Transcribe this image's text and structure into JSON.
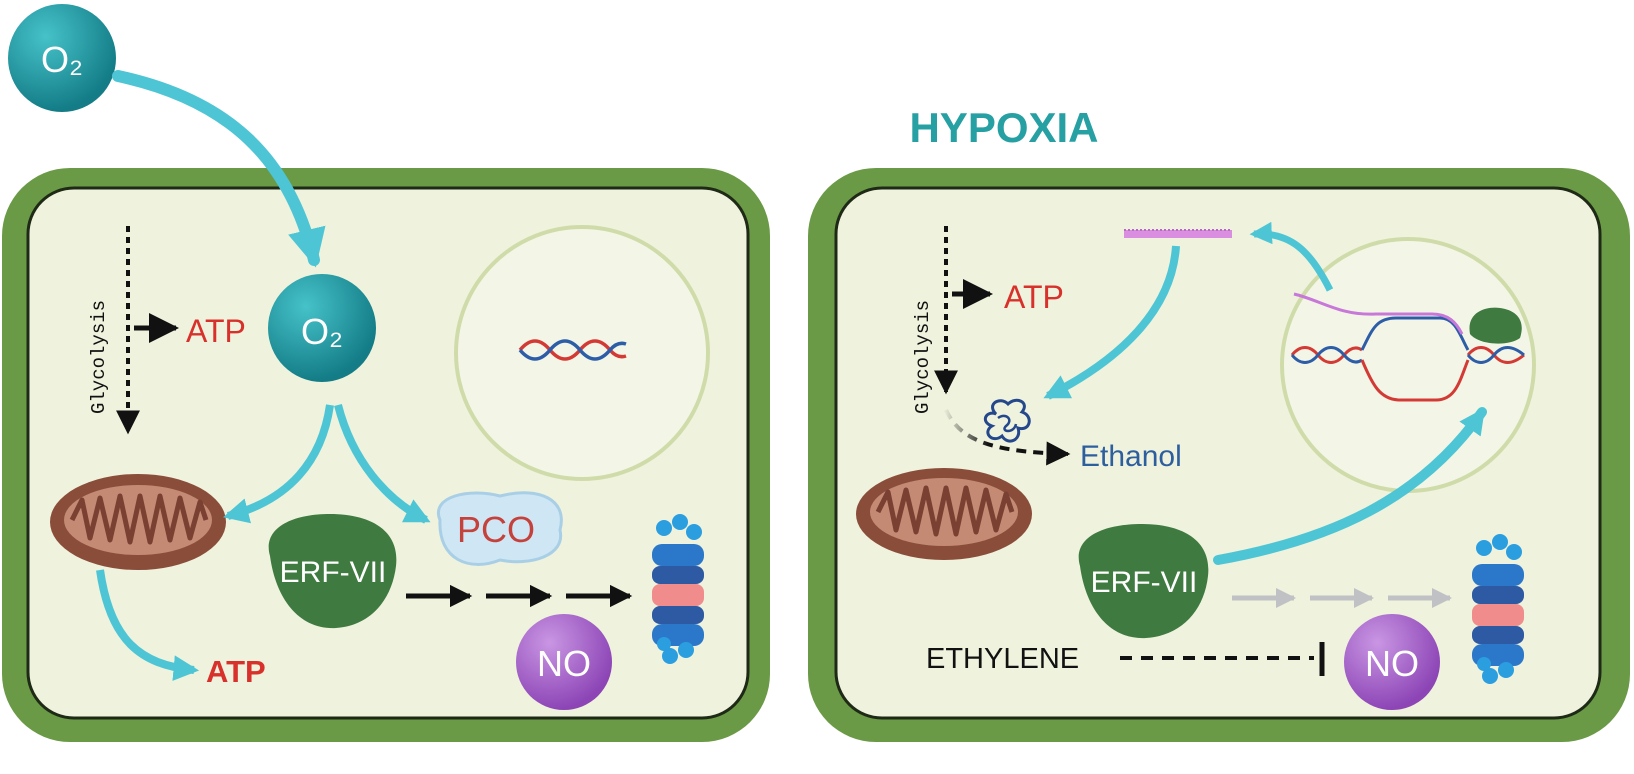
{
  "left_panel": {
    "o2_outside": "O₂",
    "o2_inside": "O₂",
    "glycolysis": "Glycolysis",
    "atp_glycolysis": "ATP",
    "atp_mito": "ATP",
    "pco": "PCO",
    "erf": "ERF-VII",
    "no": "NO"
  },
  "right_panel": {
    "title": "HYPOXIA",
    "glycolysis": "Glycolysis",
    "atp": "ATP",
    "ethanol": "Ethanol",
    "erf": "ERF-VII",
    "ethylene": "ETHYLENE",
    "no": "NO"
  },
  "colors": {
    "cell_wall": "#6a9a46",
    "cytoplasm": "#eff2dd",
    "arrow_cyan": "#4ec5d5",
    "o2_teal": "#1b9aa4",
    "atp_red": "#d8312c",
    "ethanol_blue": "#2d5f9e",
    "erf_green": "#3f7a41",
    "no_purple": "#a35fc4",
    "title_teal": "#27a0a4"
  }
}
